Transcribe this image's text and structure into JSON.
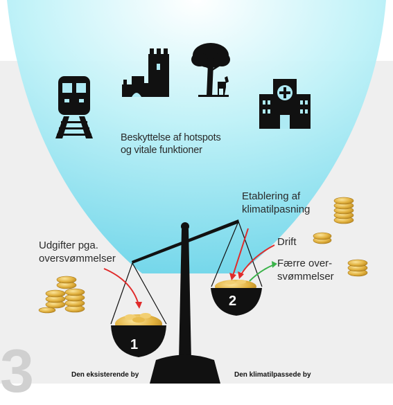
{
  "protection_label": {
    "line1": "Beskyttelse af  hotspots",
    "line2": "og vitale funktioner"
  },
  "icons": [
    "train-icon",
    "castle-tower-icon",
    "tree-deer-icon",
    "hospital-icon"
  ],
  "scale": {
    "left_pan_number": "1",
    "right_pan_number": "2"
  },
  "labels": {
    "udgifter_line1": "Udgifter pga.",
    "udgifter_line2": "oversvømmelser",
    "etablering_line1": "Etablering af",
    "etablering_line2": "klimatilpasning",
    "drift": "Drift",
    "faerre_line1": "Færre over-",
    "faerre_line2": "svømmelser"
  },
  "captions": {
    "existing_city": "Den eksisterende by",
    "adapted_city": "Den klimatilpassede by"
  },
  "section_number": "3",
  "colors": {
    "beam_light": "#9fe9f3",
    "beam_edge": "#3fc6e0",
    "background_band": "#efefef",
    "coin": "#e4b548",
    "red_arrow": "#e02b2b",
    "green_arrow": "#3bb34a",
    "dark": "#1a1a1a"
  }
}
